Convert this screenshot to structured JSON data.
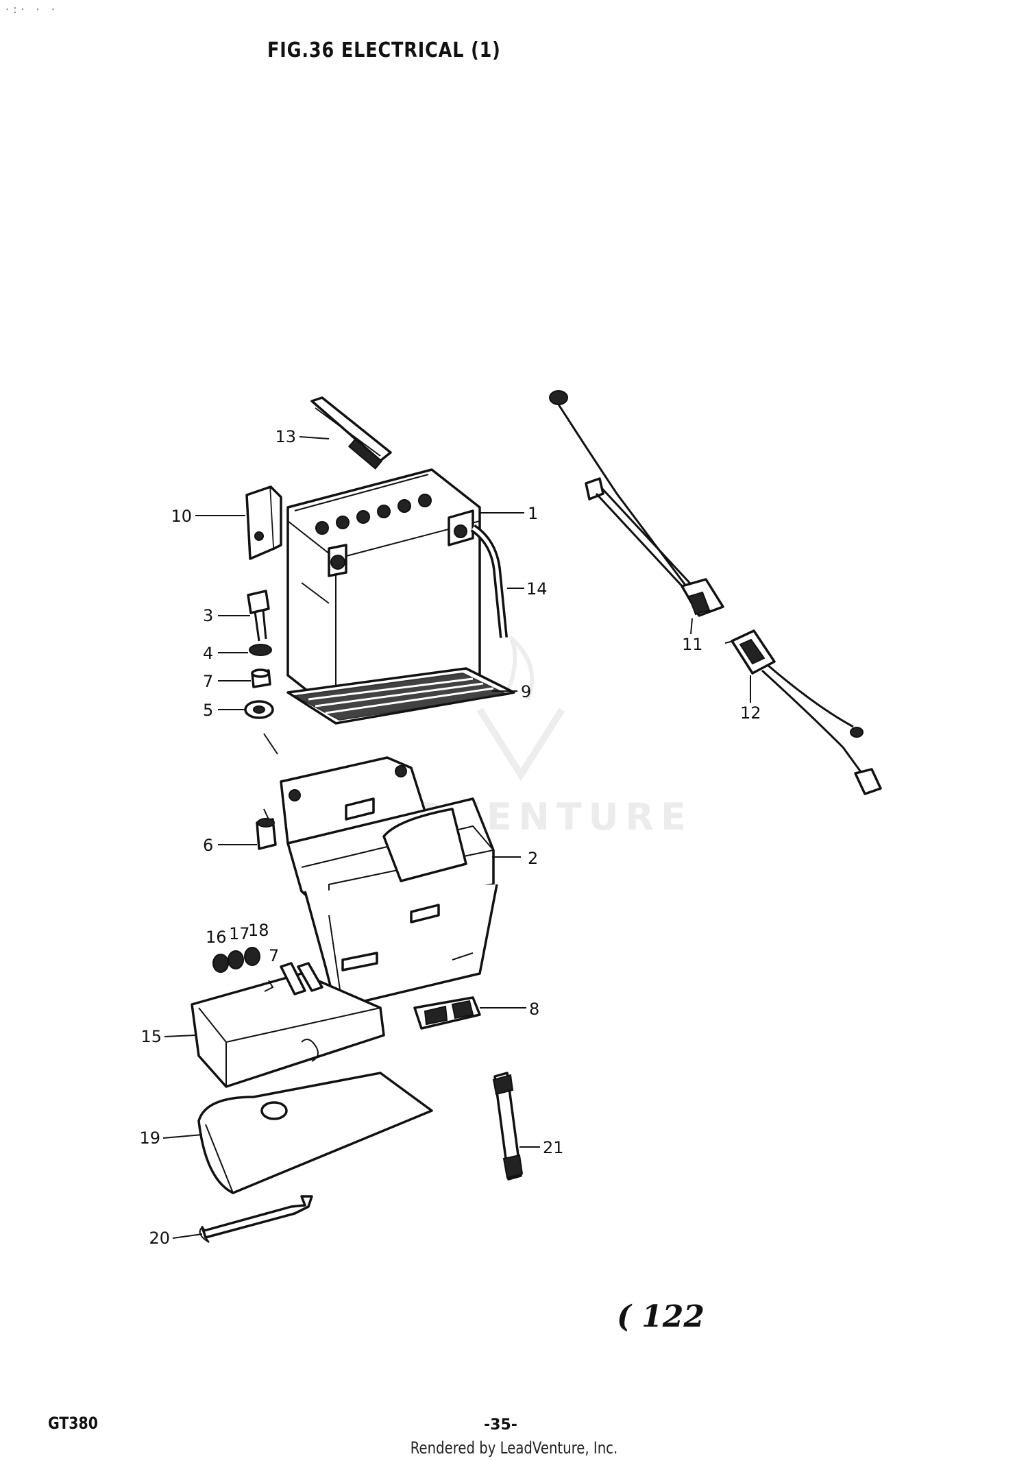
{
  "title": "FIG.36  ELECTRICAL (1)",
  "model": "GT380",
  "page_number": "-35-",
  "handwritten_note": "( 122",
  "footer": "Rendered by LeadVenture, Inc.",
  "watermark": "LEADVENTURE",
  "speck_marks": "·:·  ·  ·",
  "callouts": {
    "c1": "1",
    "c2": "2",
    "c3": "3",
    "c4": "4",
    "c5": "5",
    "c6": "6",
    "c7a": "7",
    "c7b": "7",
    "c8": "8",
    "c9": "9",
    "c10": "10",
    "c11": "11",
    "c12": "12",
    "c13": "13",
    "c14": "14",
    "c15": "15",
    "c16": "16",
    "c17": "17",
    "c18": "18",
    "c19": "19",
    "c20": "20",
    "c21": "21"
  }
}
